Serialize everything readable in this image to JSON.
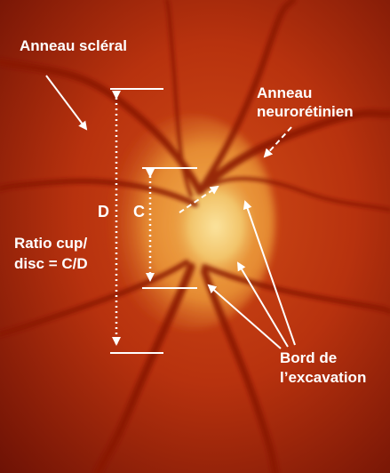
{
  "labels": {
    "anneau_scleral": "Anneau scléral",
    "anneau_neuroretinien_line1": "Anneau",
    "anneau_neuroretinien_line2": "neurorétinien",
    "d": "D",
    "c": "C",
    "ratio_line1": "Ratio cup/",
    "ratio_line2": "disc = C/D",
    "bord_line1": "Bord de",
    "bord_line2": "l’excavation"
  },
  "colors": {
    "fundus_dark": "#7a1405",
    "fundus_mid": "#b8320e",
    "disc_rim": "#e07a2a",
    "cup_pale": "#f6d27a",
    "vessel": "#8a1606",
    "annotation": "#ffffff"
  }
}
